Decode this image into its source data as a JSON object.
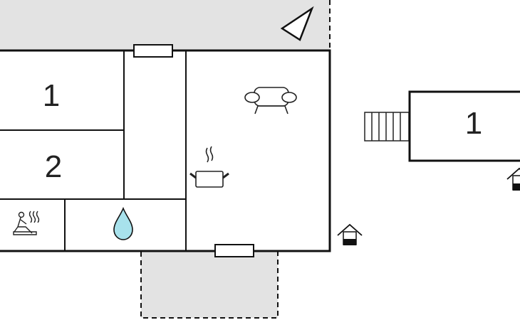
{
  "floorplan": {
    "main_house": {
      "rooms": [
        {
          "id": "bedroom-1",
          "label": "1"
        },
        {
          "id": "bedroom-2",
          "label": "2"
        }
      ],
      "symbols": [
        "sauna-icon",
        "water-drop-icon",
        "cooking-pot-icon",
        "sofa-icon"
      ]
    },
    "annex": {
      "rooms": [
        {
          "id": "annex-bedroom",
          "label": "1"
        }
      ]
    },
    "markers": [
      "compass-triangle-icon",
      "entrance-icon",
      "stairs-icon"
    ],
    "colors": {
      "wall": "#111111",
      "terrace_fill": "#e3e3e3",
      "water": "#a8e2ec",
      "entrance_dark": "#111111"
    }
  }
}
